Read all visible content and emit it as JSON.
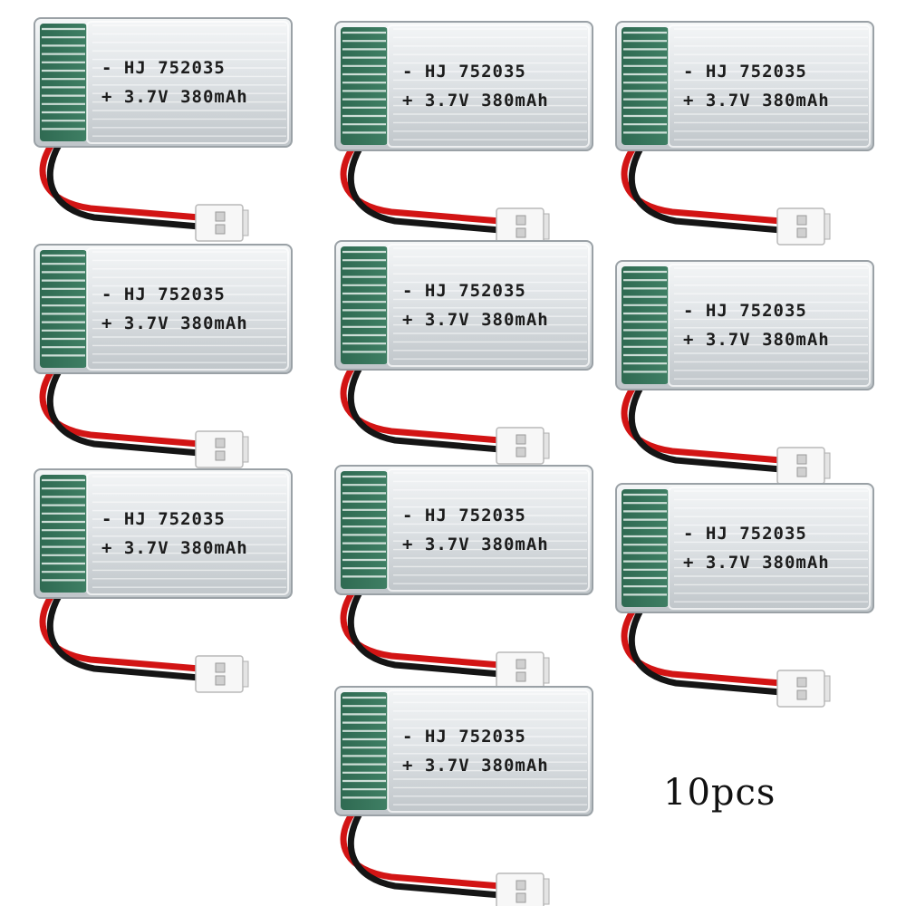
{
  "product": {
    "label_line1": "- HJ 752035",
    "label_line2": "+ 3.7V 380mAh"
  },
  "caption": "10pcs",
  "colors": {
    "background": "#ffffff",
    "cell_silver": "#dfe3e6",
    "tab_green": "#3f7f64",
    "wire_red": "#d21414",
    "wire_black": "#151515",
    "connector_white": "#f7f7f7"
  },
  "batteries": [
    {
      "id": "battery-1"
    },
    {
      "id": "battery-2"
    },
    {
      "id": "battery-3"
    },
    {
      "id": "battery-4"
    },
    {
      "id": "battery-5"
    },
    {
      "id": "battery-6"
    },
    {
      "id": "battery-7"
    },
    {
      "id": "battery-8"
    },
    {
      "id": "battery-9"
    },
    {
      "id": "battery-10"
    }
  ]
}
